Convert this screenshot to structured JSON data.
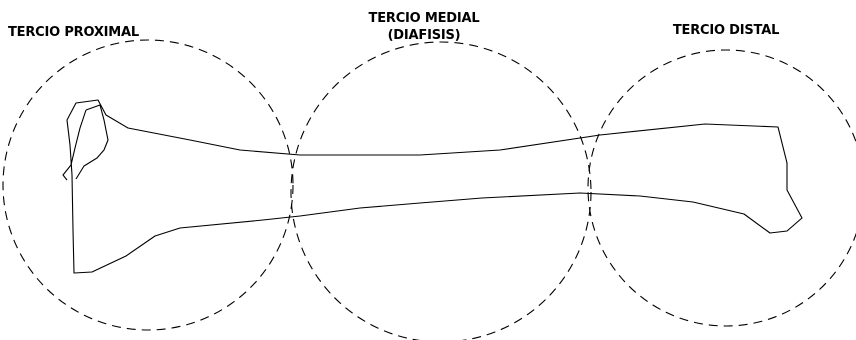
{
  "labels": {
    "proximal": "TERCIO PROXIMAL",
    "medial_line1": "TERCIO MEDIAL",
    "medial_line2": "(DIAFISIS)",
    "distal": "TERCIO DISTAL"
  },
  "colors": {
    "stroke": "#000000",
    "background": "#ffffff"
  }
}
